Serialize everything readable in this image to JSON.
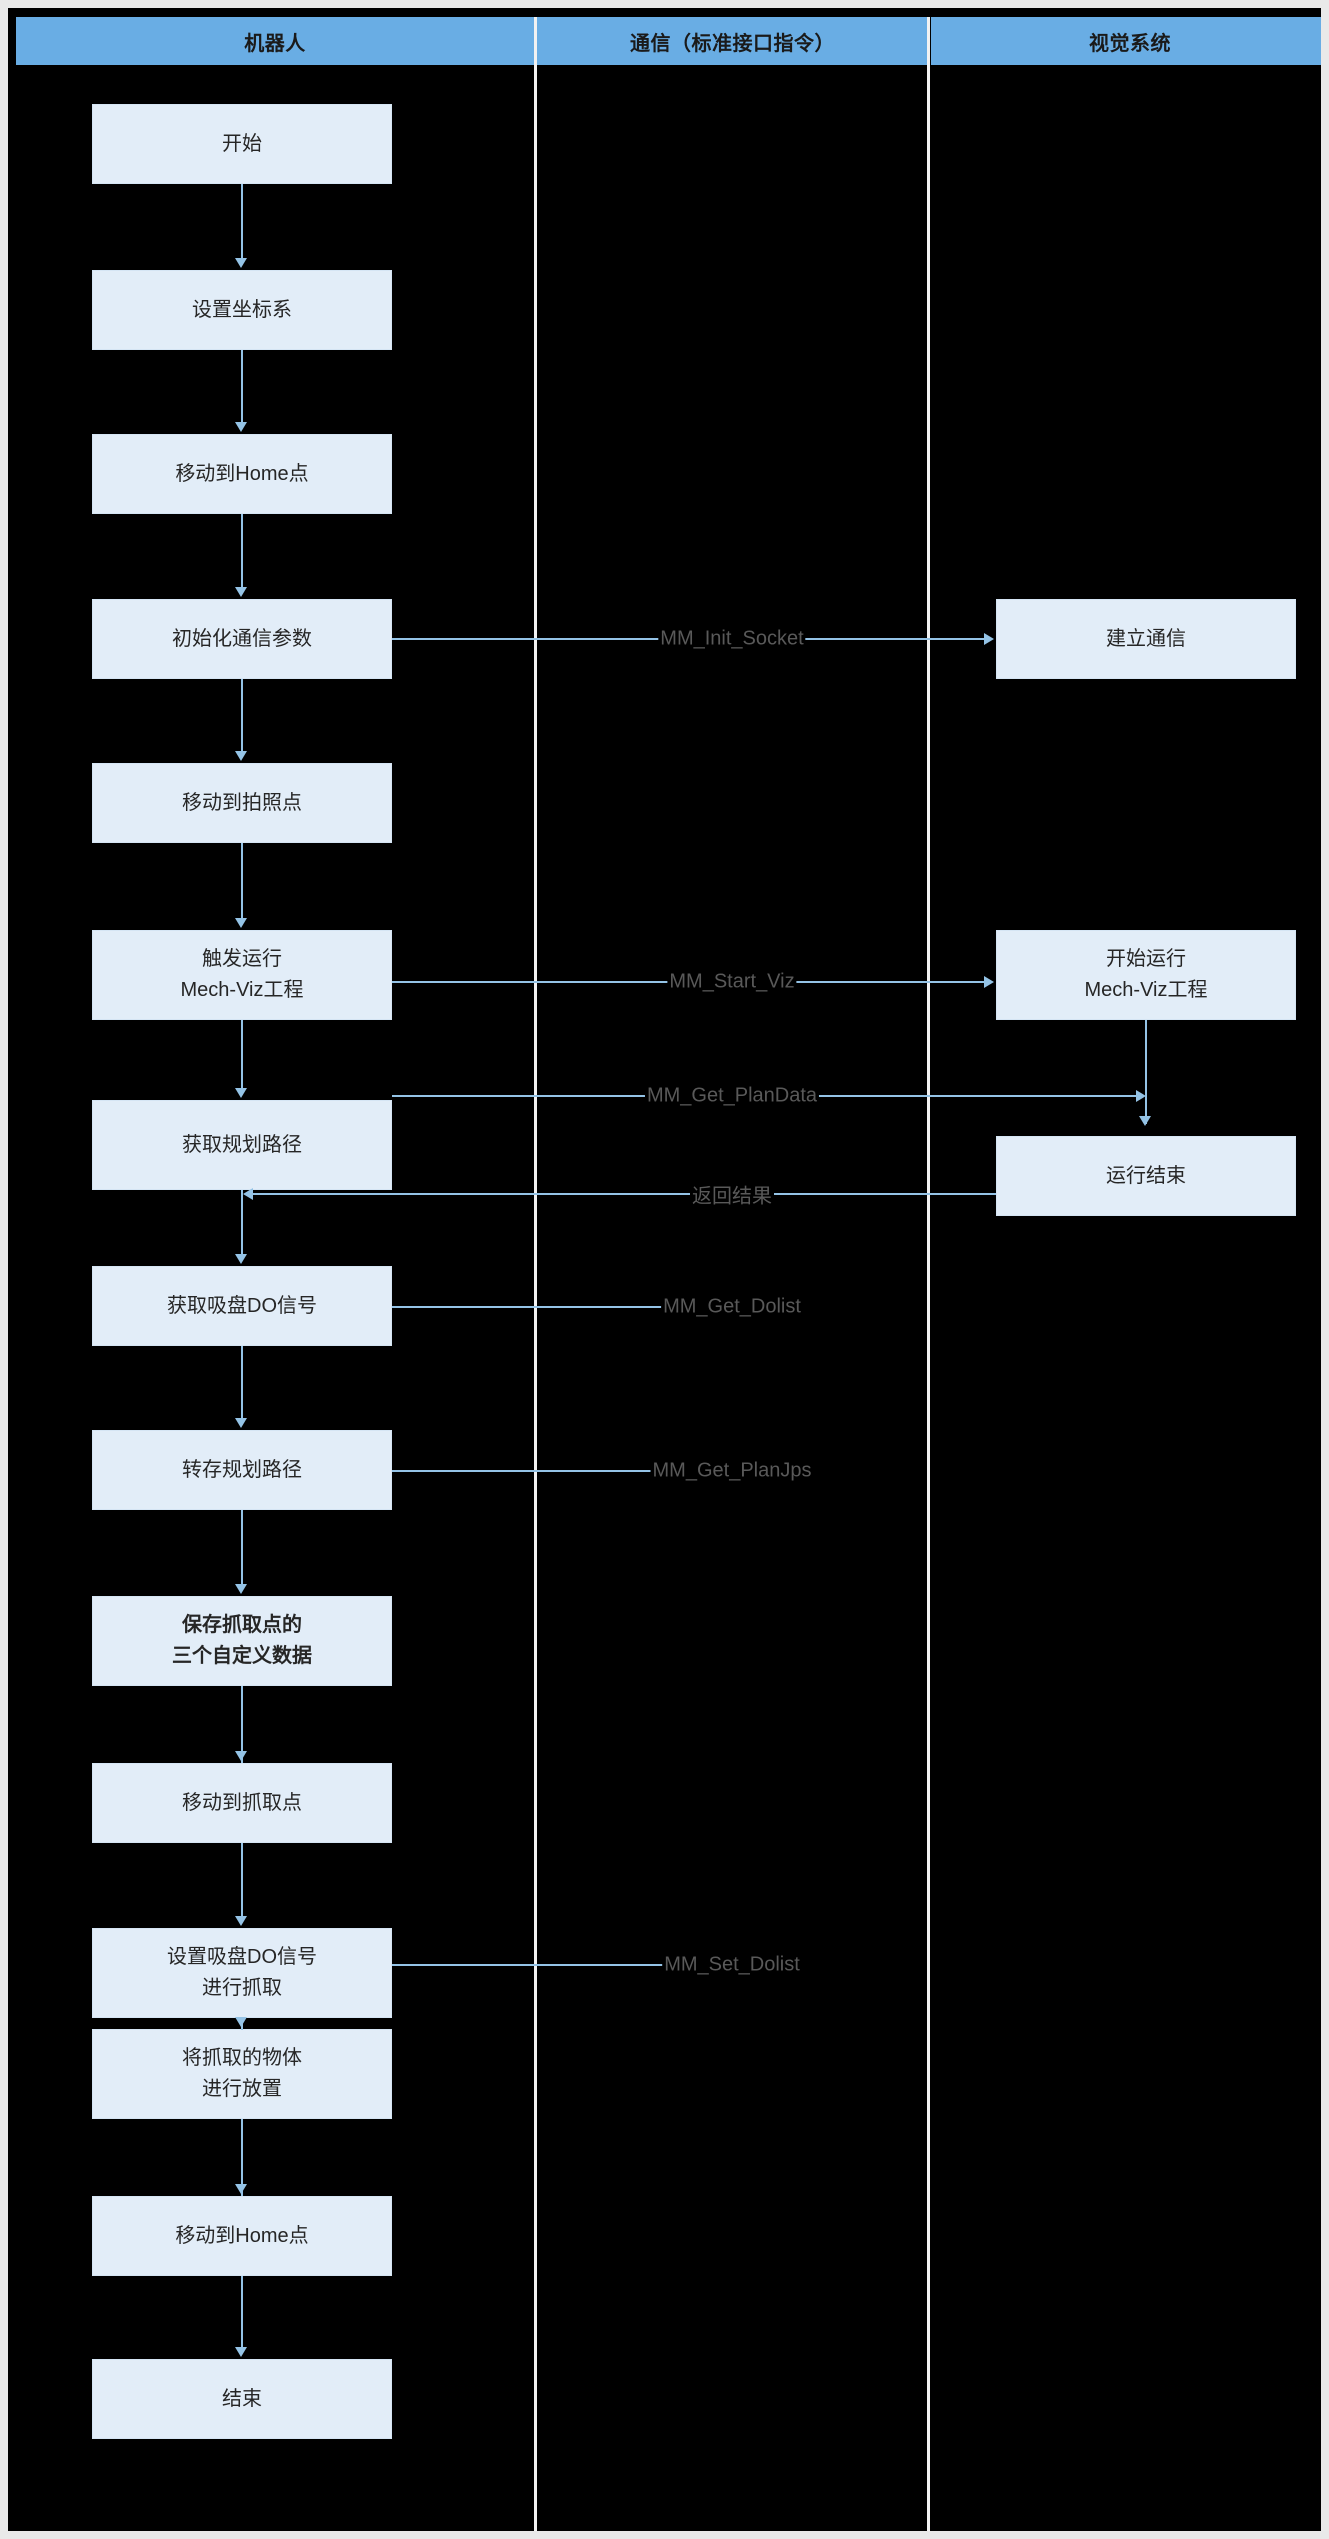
{
  "diagram": {
    "title_columns": [
      "机器人",
      "通信（标准接口指令）",
      "视觉系统"
    ],
    "colors": {
      "header_blue": "#69ADE4",
      "node_fill": "#E2EDF8",
      "connector_blue": "#94C3E6",
      "background": "#000000",
      "label_text": "#595959"
    },
    "lanes": {
      "robot": "机器人",
      "communication": "通信（标准接口指令）",
      "vision": "视觉系统"
    },
    "robot_nodes": [
      {
        "id": "start",
        "label": "开始",
        "lines": [
          "开始"
        ],
        "bold": false
      },
      {
        "id": "set-frame",
        "label": "设置坐标系",
        "lines": [
          "设置坐标系"
        ],
        "bold": false
      },
      {
        "id": "move-home-1",
        "label": "移动到Home点",
        "lines": [
          "移动到Home点"
        ],
        "bold": false
      },
      {
        "id": "init-comm",
        "label": "初始化通信参数",
        "lines": [
          "初始化通信参数"
        ],
        "bold": false
      },
      {
        "id": "move-photo",
        "label": "移动到拍照点",
        "lines": [
          "移动到拍照点"
        ],
        "bold": false
      },
      {
        "id": "trigger-viz",
        "label": "触发运行 Mech-Viz工程",
        "lines": [
          "触发运行",
          "Mech-Viz工程"
        ],
        "bold": false
      },
      {
        "id": "get-path",
        "label": "获取规划路径",
        "lines": [
          "获取规划路径"
        ],
        "bold": false
      },
      {
        "id": "get-do",
        "label": "获取吸盘DO信号",
        "lines": [
          "获取吸盘DO信号"
        ],
        "bold": false
      },
      {
        "id": "store-path",
        "label": "转存规划路径",
        "lines": [
          "转存规划路径"
        ],
        "bold": false
      },
      {
        "id": "save-custom",
        "label": "保存抓取点的 三个自定义数据",
        "lines": [
          "保存抓取点的",
          "三个自定义数据"
        ],
        "bold": true
      },
      {
        "id": "move-pick",
        "label": "移动到抓取点",
        "lines": [
          "移动到抓取点"
        ],
        "bold": false
      },
      {
        "id": "set-do",
        "label": "设置吸盘DO信号 进行抓取",
        "lines": [
          "设置吸盘DO信号",
          "进行抓取"
        ],
        "bold": false
      },
      {
        "id": "place",
        "label": "将抓取的物体 进行放置",
        "lines": [
          "将抓取的物体",
          "进行放置"
        ],
        "bold": false
      },
      {
        "id": "move-home-2",
        "label": "移动到Home点",
        "lines": [
          "移动到Home点"
        ],
        "bold": false
      },
      {
        "id": "end",
        "label": "结束",
        "lines": [
          "结束"
        ],
        "bold": false
      }
    ],
    "vision_nodes": [
      {
        "id": "establish-comm",
        "label": "建立通信",
        "lines": [
          "建立通信"
        ]
      },
      {
        "id": "run-viz",
        "label": "开始运行 Mech-Viz工程",
        "lines": [
          "开始运行",
          "Mech-Viz工程"
        ]
      },
      {
        "id": "run-finished",
        "label": "运行结束",
        "lines": [
          "运行结束"
        ]
      }
    ],
    "messages": [
      {
        "id": "msg-init-socket",
        "label": "MM_Init_Socket",
        "direction": "robot-to-vision"
      },
      {
        "id": "msg-start-viz",
        "label": "MM_Start_Viz",
        "direction": "robot-to-vision"
      },
      {
        "id": "msg-get-plandata",
        "label": "MM_Get_PlanData",
        "direction": "robot-to-vision"
      },
      {
        "id": "msg-return",
        "label": "返回结果",
        "direction": "vision-to-robot"
      },
      {
        "id": "msg-get-dolist",
        "label": "MM_Get_Dolist",
        "direction": "robot-only"
      },
      {
        "id": "msg-get-planjps",
        "label": "MM_Get_PlanJps",
        "direction": "robot-only"
      },
      {
        "id": "msg-set-dolist",
        "label": "MM_Set_Dolist",
        "direction": "robot-only"
      }
    ]
  }
}
